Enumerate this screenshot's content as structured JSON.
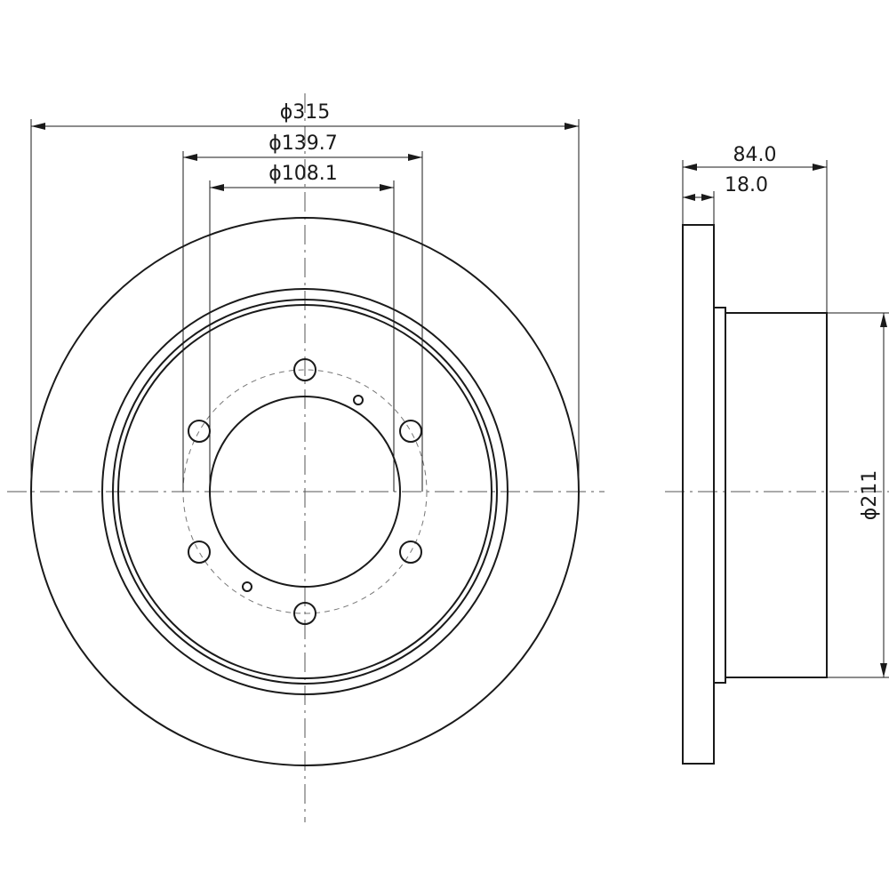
{
  "dimensions": {
    "outer_diameter": "ϕ315",
    "bolt_circle_diameter": "ϕ139.7",
    "center_bore_diameter": "ϕ108.1",
    "hat_diameter": "ϕ211",
    "total_height": "84.0",
    "disc_thickness": "18.0"
  },
  "colors": {
    "ink": "#1a1a1a",
    "background": "#ffffff"
  }
}
